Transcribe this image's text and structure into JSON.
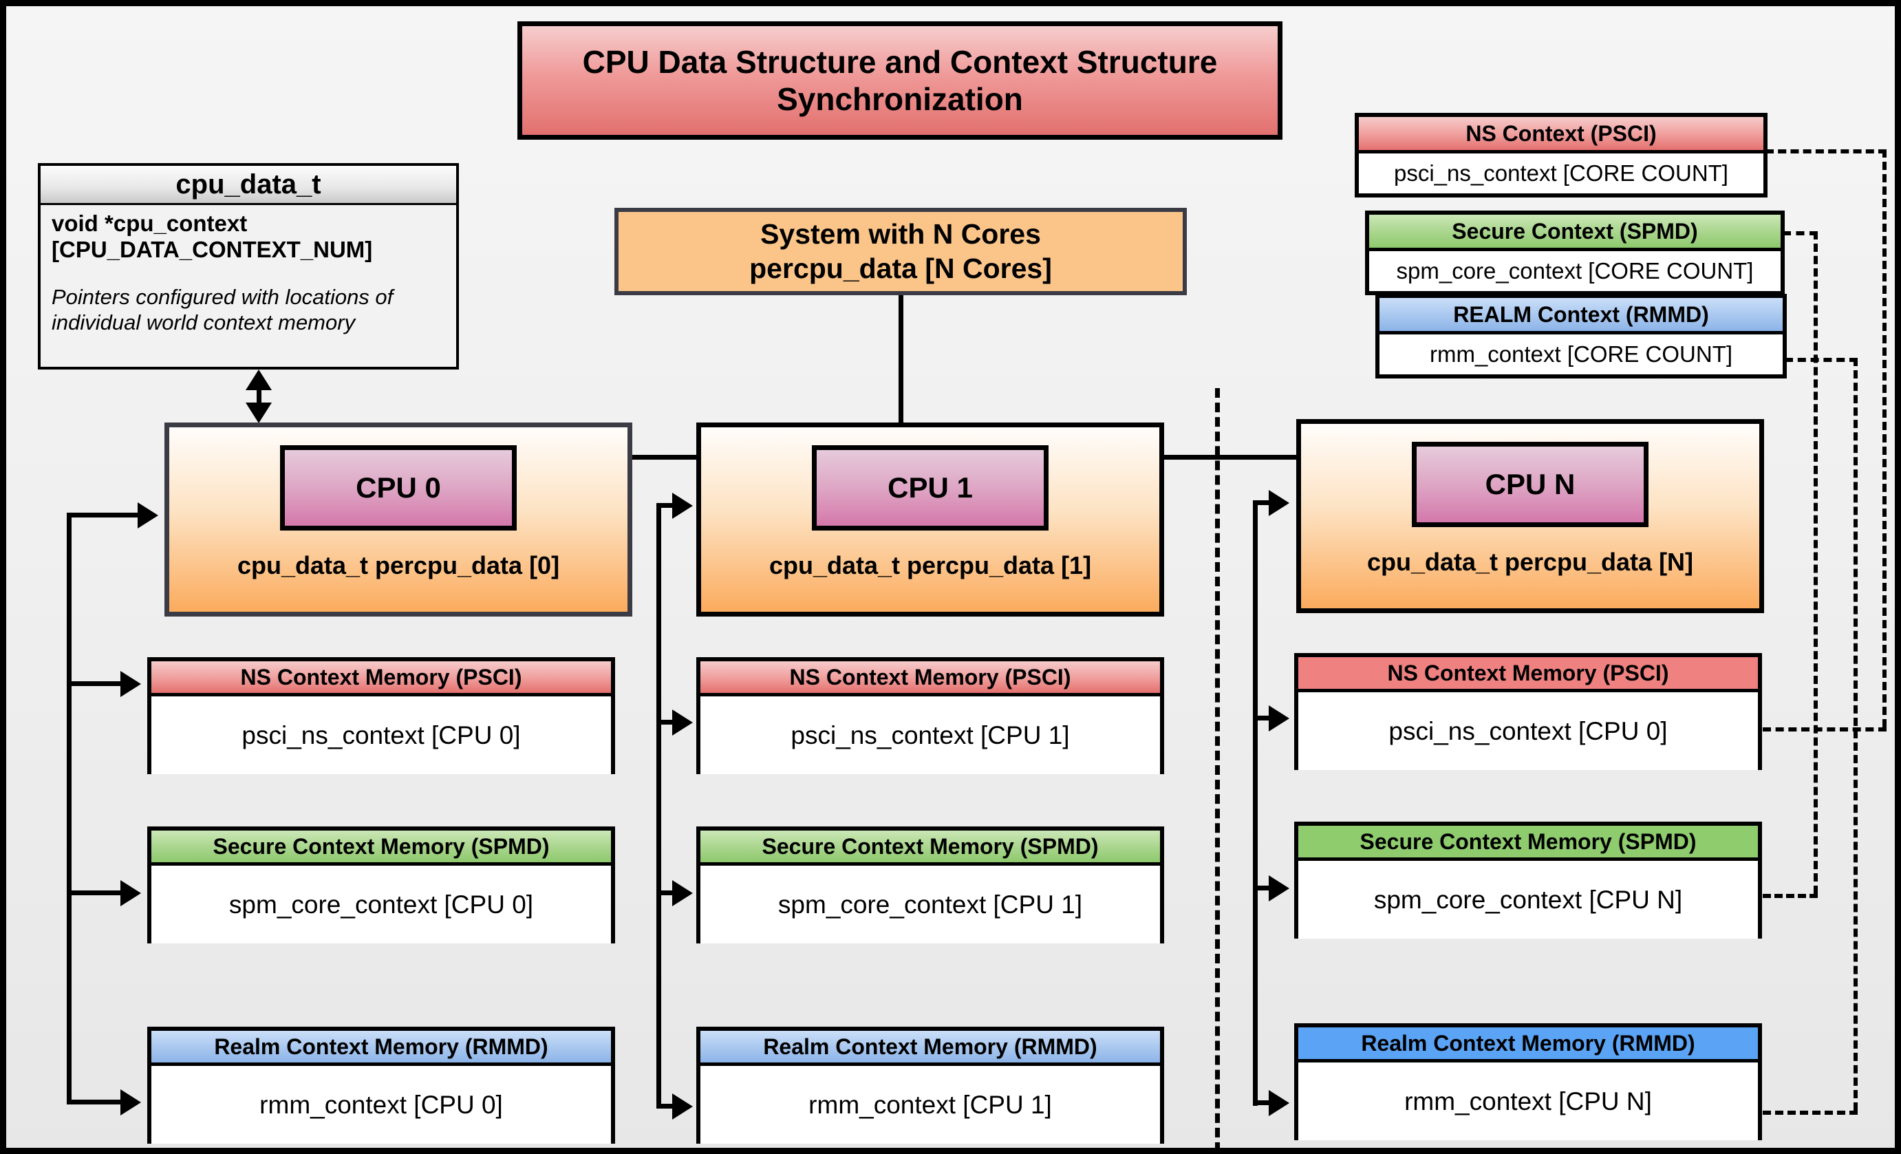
{
  "title": "CPU Data Structure and Context Structure Synchronization",
  "cpu_data_t": {
    "title": "cpu_data_t",
    "field": "void  *cpu_context [CPU_DATA_CONTEXT_NUM]",
    "note": "Pointers configured with locations of individual world context memory"
  },
  "system_box": {
    "line1": "System with N Cores",
    "line2": "percpu_data [N Cores]"
  },
  "legend_boxes": [
    {
      "header": "NS Context  (PSCI)",
      "body": "psci_ns_context [CORE COUNT]"
    },
    {
      "header": "Secure Context (SPMD)",
      "body": "spm_core_context [CORE COUNT]"
    },
    {
      "header": "REALM Context (RMMD)",
      "body": "rmm_context [CORE COUNT]"
    }
  ],
  "columns": [
    {
      "chip": "CPU 0",
      "card_label": "cpu_data_t percpu_data [0]",
      "memories": [
        {
          "header": "NS Context Memory (PSCI)",
          "body": "psci_ns_context [CPU 0]"
        },
        {
          "header": "Secure Context Memory (SPMD)",
          "body": "spm_core_context [CPU 0]"
        },
        {
          "header": "Realm Context Memory (RMMD)",
          "body": "rmm_context [CPU 0]"
        }
      ]
    },
    {
      "chip": "CPU 1",
      "card_label": "cpu_data_t percpu_data [1]",
      "memories": [
        {
          "header": "NS Context Memory (PSCI)",
          "body": "psci_ns_context [CPU 1]"
        },
        {
          "header": "Secure Context Memory (SPMD)",
          "body": "spm_core_context [CPU 1]"
        },
        {
          "header": "Realm Context Memory (RMMD)",
          "body": "rmm_context [CPU 1]"
        }
      ]
    },
    {
      "chip": "CPU N",
      "card_label": "cpu_data_t percpu_data [N]",
      "memories": [
        {
          "header": "NS Context Memory (PSCI)",
          "body": "psci_ns_context [CPU 0]"
        },
        {
          "header": "Secure Context Memory (SPMD)",
          "body": "spm_core_context [CPU N]"
        },
        {
          "header": "Realm Context Memory (RMMD)",
          "body": "rmm_context [CPU N]"
        }
      ]
    }
  ],
  "colors": {
    "ns_red": "#ef8280",
    "secure_green": "#8fcc6e",
    "realm_blue": "#5aa3f5",
    "cpu_orange": "#fbab5d",
    "cpu_chip_pink": "#d478ab",
    "title_red": "#e2716f",
    "canvas_bg": "#f0f0f0",
    "line_black": "#000000"
  }
}
